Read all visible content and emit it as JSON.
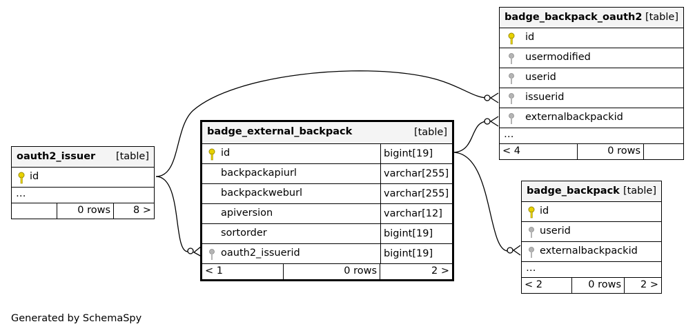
{
  "footer_text": "Generated by SchemaSpy",
  "colors": {
    "key_primary": "#e8d200",
    "key_foreign": "#b4b4b4"
  },
  "tables": {
    "oauth2_issuer": {
      "name": "oauth2_issuer",
      "kind": "[table]",
      "columns": [
        {
          "name": "id",
          "key": "primary"
        }
      ],
      "ellipsis": "…",
      "footer": {
        "left": "",
        "rows": "0 rows",
        "right": "8 >"
      }
    },
    "badge_external_backpack": {
      "name": "badge_external_backpack",
      "kind": "[table]",
      "columns": [
        {
          "name": "id",
          "type": "bigint[19]",
          "key": "primary"
        },
        {
          "name": "backpackapiurl",
          "type": "varchar[255]",
          "key": "none"
        },
        {
          "name": "backpackweburl",
          "type": "varchar[255]",
          "key": "none"
        },
        {
          "name": "apiversion",
          "type": "varchar[12]",
          "key": "none"
        },
        {
          "name": "sortorder",
          "type": "bigint[19]",
          "key": "none"
        },
        {
          "name": "oauth2_issuerid",
          "type": "bigint[19]",
          "key": "foreign"
        }
      ],
      "footer": {
        "left": "< 1",
        "rows": "0 rows",
        "right": "2 >"
      }
    },
    "badge_backpack_oauth2": {
      "name": "badge_backpack_oauth2",
      "kind": "[table]",
      "columns": [
        {
          "name": "id",
          "key": "primary"
        },
        {
          "name": "usermodified",
          "key": "foreign"
        },
        {
          "name": "userid",
          "key": "foreign"
        },
        {
          "name": "issuerid",
          "key": "foreign"
        },
        {
          "name": "externalbackpackid",
          "key": "foreign"
        }
      ],
      "ellipsis": "…",
      "footer": {
        "left": "< 4",
        "rows": "0 rows",
        "right": ""
      }
    },
    "badge_backpack": {
      "name": "badge_backpack",
      "kind": "[table]",
      "columns": [
        {
          "name": "id",
          "key": "primary"
        },
        {
          "name": "userid",
          "key": "foreign"
        },
        {
          "name": "externalbackpackid",
          "key": "foreign"
        }
      ],
      "ellipsis": "…",
      "footer": {
        "left": "< 2",
        "rows": "0 rows",
        "right": "2 >"
      }
    }
  }
}
